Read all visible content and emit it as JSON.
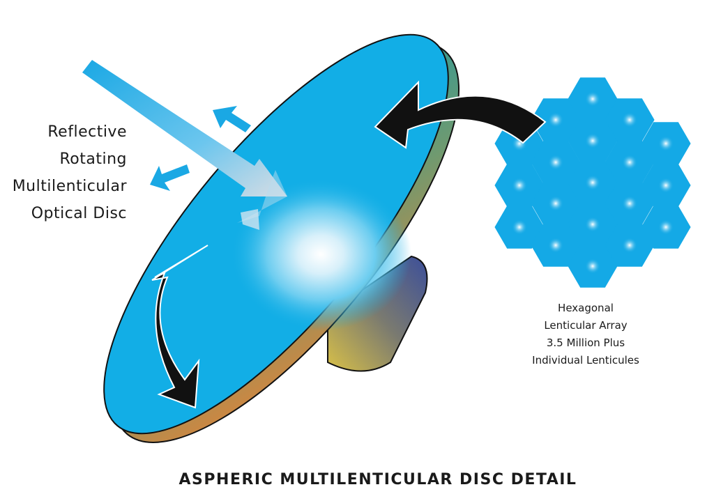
{
  "left_label": [
    "Reflective",
    "Rotating",
    "Multilenticular",
    "Optical Disc"
  ],
  "right_label": [
    "Hexagonal",
    "Lenticular Array",
    "3.5 Million Plus",
    "Individual Lenticules"
  ],
  "title": "ASPHERIC MULTILENTICULAR DISC DETAIL",
  "colors": {
    "disc_face": "#12aee6",
    "hex_array": "#14a9e6",
    "arrow": "#111111",
    "rim_top": "#1a9aa8",
    "rim_bottom": "#e8843a"
  }
}
